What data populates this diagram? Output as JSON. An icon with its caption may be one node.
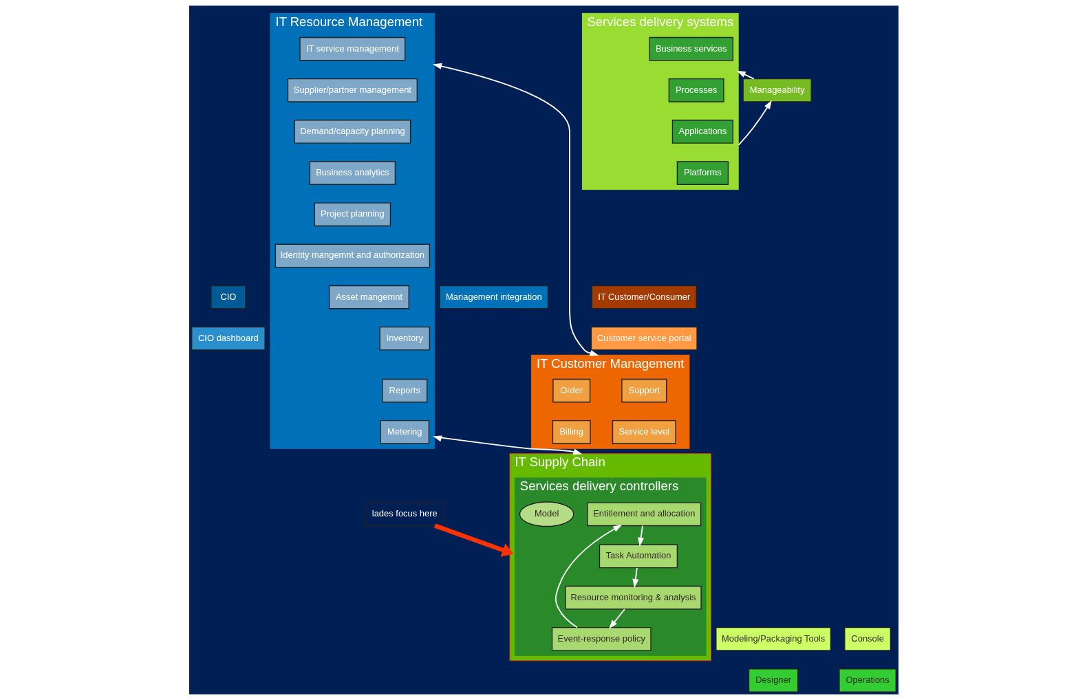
{
  "diagram": {
    "nodes": [
      {
        "text": [
          "CIO"
        ]
      },
      {
        "text": [
          "CIO dashboard"
        ]
      },
      {
        "text": [
          "IT Resource Management"
        ]
      },
      {
        "text": [
          "IT service management"
        ],
        "in": 2
      },
      {
        "text": [
          "Supplier/partner management"
        ],
        "in": 2
      },
      {
        "text": [
          "Demand/capacity planning"
        ],
        "in": 2
      },
      {
        "text": [
          "Business analytics"
        ],
        "in": 2
      },
      {
        "text": [
          "Project planning"
        ],
        "in": 2
      },
      {
        "text": [
          "Identity mangemnt and authorization"
        ],
        "in": 2
      },
      {
        "text": [
          "Asset mangemnt"
        ],
        "in": 2
      },
      {
        "text": [
          "Inventory"
        ],
        "in": 2
      },
      {
        "text": [
          "Reports"
        ],
        "in": 2
      },
      {
        "text": [
          "Metering"
        ],
        "in": 2
      },
      {
        "text": [
          "Management integration"
        ]
      },
      {
        "text": [
          "IT Customer/Consumer"
        ]
      },
      {
        "text": [
          "Customer service portal"
        ]
      },
      {
        "text": [
          "IT Customer Management"
        ]
      },
      {
        "text": [
          "Support"
        ],
        "in": 16
      },
      {
        "text": [
          "Order"
        ],
        "in": 16
      },
      {
        "text": [
          "Service level"
        ],
        "in": 16
      },
      {
        "text": [
          "Billing"
        ],
        "in": 16
      },
      {
        "text": [
          "IT Supply Chain"
        ]
      },
      {
        "text": [
          "Services delivery controllers"
        ],
        "in": 21
      },
      {
        "text": [
          "Entitlement and allocation"
        ],
        "in": 22
      },
      {
        "text": [
          "Task Automation"
        ],
        "in": 22
      },
      {
        "text": [
          "Model"
        ],
        "in": 22
      },
      {
        "text": [
          "Event-response policy"
        ],
        "in": 22
      },
      {
        "text": [
          "Resource monitoring & analysis"
        ],
        "in": 22
      },
      {
        "text": [
          "Manageability"
        ]
      },
      {
        "text": [
          "Services delivery systems"
        ]
      },
      {
        "text": [
          "Business services"
        ],
        "in": 29
      },
      {
        "text": [
          "Processes"
        ],
        "in": 29
      },
      {
        "text": [
          "Applications"
        ],
        "in": 29
      },
      {
        "text": [
          "Platforms"
        ],
        "in": 29
      },
      {
        "text": [
          "Modeling/Packaging Tools"
        ]
      },
      {
        "text": [
          "Designer"
        ]
      },
      {
        "text": [
          "Console"
        ]
      },
      {
        "text": [
          "Operations"
        ]
      },
      {
        "text": [
          "lades focus here"
        ]
      }
    ],
    "edges": [
      {
        "from": 2,
        "to": 16,
        "arrow": "both"
      },
      {
        "from": 2,
        "to": 21,
        "arrow": "both"
      },
      {
        "from": 23,
        "to": 24,
        "arrow": "to"
      },
      {
        "from": 24,
        "to": 27,
        "arrow": "to"
      },
      {
        "from": 27,
        "to": 26,
        "arrow": "to"
      },
      {
        "from": 26,
        "to": 23,
        "arrow": "to"
      },
      {
        "from": 28,
        "to": 29,
        "arrow": "to"
      },
      {
        "from": 29,
        "to": 28,
        "arrow": "to"
      },
      {
        "from": 38,
        "to": 21,
        "arrow": "to",
        "style": "thick",
        "color": "#ff3300"
      }
    ]
  }
}
